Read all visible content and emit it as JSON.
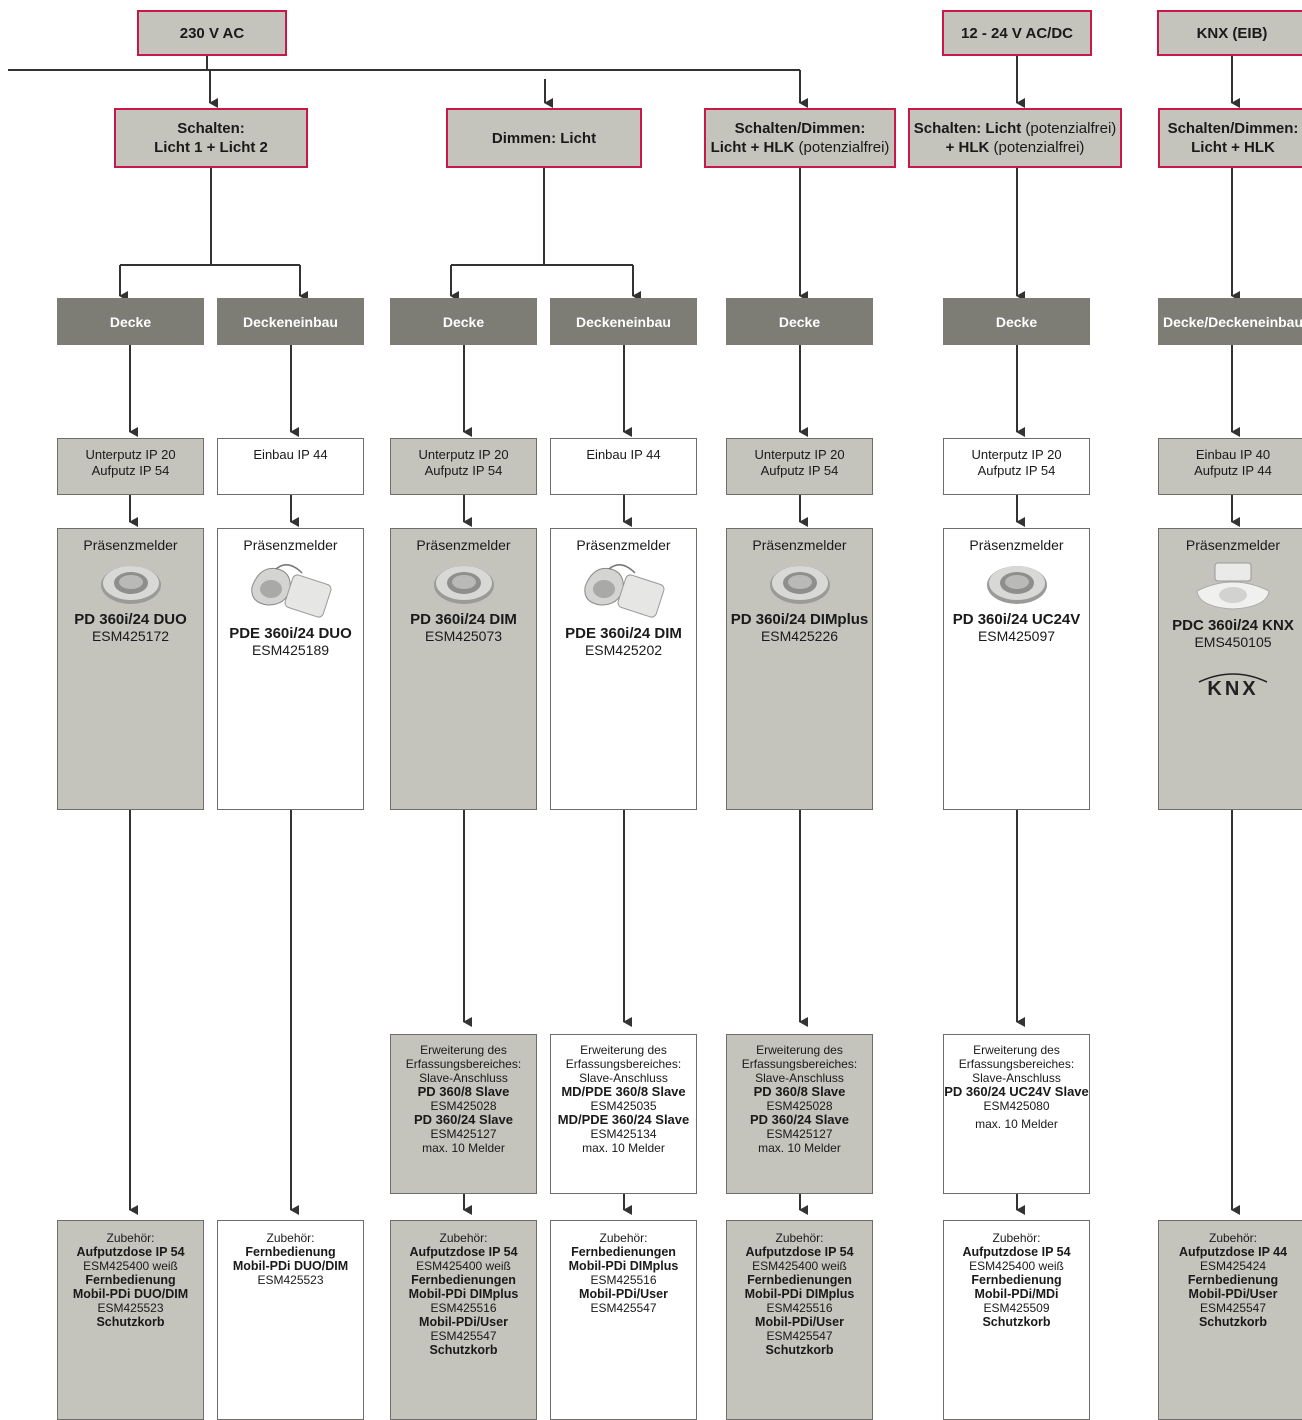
{
  "voltages": [
    "230 V AC",
    "12 - 24 V AC/DC",
    "KNX (EIB)"
  ],
  "functions": [
    {
      "bold": "Schalten:",
      "line2": "Licht 1 + Licht 2"
    },
    {
      "bold": "Dimmen: Licht",
      "line2": ""
    },
    {
      "bold": "Schalten/Dimmen:",
      "line2b": "Licht + HLK",
      "line2n": " (potenzialfrei)"
    },
    {
      "l1b": "Schalten: Licht",
      "l1n": " (potenzialfrei)",
      "l2b": "+ HLK",
      "l2n": " (potenzialfrei)"
    },
    {
      "bold": "Schalten/Dimmen:",
      "line2": "Licht + HLK"
    }
  ],
  "mountings": [
    "Decke",
    "Deckeneinbau",
    "Decke",
    "Deckeneinbau",
    "Decke",
    "Decke",
    "Decke/Deckeneinbau"
  ],
  "protection": [
    {
      "l1": "Unterputz IP 20",
      "l2": "Aufputz IP 54"
    },
    {
      "l1": "Einbau IP 44",
      "l2": ""
    },
    {
      "l1": "Unterputz IP 20",
      "l2": "Aufputz IP 54"
    },
    {
      "l1": "Einbau IP 44",
      "l2": ""
    },
    {
      "l1": "Unterputz IP 20",
      "l2": "Aufputz IP 54"
    },
    {
      "l1": "Unterputz IP 20",
      "l2": "Aufputz IP 54"
    },
    {
      "l1": "Einbau IP 40",
      "l2": "Aufputz IP 44"
    }
  ],
  "products": [
    {
      "title": "Präsenzmelder",
      "name": "PD 360i/24 DUO",
      "code": "ESM425172"
    },
    {
      "title": "Präsenzmelder",
      "name": "PDE 360i/24 DUO",
      "code": "ESM425189"
    },
    {
      "title": "Präsenzmelder",
      "name": "PD 360i/24 DIM",
      "code": "ESM425073"
    },
    {
      "title": "Präsenzmelder",
      "name": "PDE 360i/24 DIM",
      "code": "ESM425202"
    },
    {
      "title": "Präsenzmelder",
      "name": "PD 360i/24 DIMplus",
      "code": "ESM425226"
    },
    {
      "title": "Präsenzmelder",
      "name": "PD 360i/24 UC24V",
      "code": "ESM425097"
    },
    {
      "title": "Präsenzmelder",
      "name": "PDC 360i/24 KNX",
      "code": "EMS450105"
    }
  ],
  "knx_logo": "KNX",
  "extensions": [
    {
      "intro": [
        "Erweiterung des",
        "Erfassungsbereiches:",
        "Slave-Anschluss"
      ],
      "items": [
        {
          "name": "PD 360/8 Slave",
          "code": "ESM425028"
        },
        {
          "name": "PD 360/24 Slave",
          "code": "ESM425127"
        }
      ],
      "max": "max. 10 Melder"
    },
    {
      "intro": [
        "Erweiterung des",
        "Erfassungsbereiches:",
        "Slave-Anschluss"
      ],
      "items": [
        {
          "name": "MD/PDE 360/8 Slave",
          "code": "ESM425035"
        },
        {
          "name": "MD/PDE 360/24 Slave",
          "code": "ESM425134"
        }
      ],
      "max": "max. 10 Melder"
    },
    {
      "intro": [
        "Erweiterung des",
        "Erfassungsbereiches:",
        "Slave-Anschluss"
      ],
      "items": [
        {
          "name": "PD 360/8 Slave",
          "code": "ESM425028"
        },
        {
          "name": "PD 360/24 Slave",
          "code": "ESM425127"
        }
      ],
      "max": "max. 10 Melder"
    },
    {
      "intro": [
        "Erweiterung des",
        "Erfassungsbereiches:",
        "Slave-Anschluss"
      ],
      "items": [
        {
          "name": "PD 360/24 UC24V Slave",
          "code": "ESM425080"
        }
      ],
      "max": "max. 10 Melder"
    }
  ],
  "accessories": [
    {
      "head": "Zubehör:",
      "lines": [
        [
          "b",
          "Aufputzdose IP 54"
        ],
        [
          "n",
          "ESM425400 weiß"
        ],
        [
          "b",
          "Fernbedienung"
        ],
        [
          "b",
          "Mobil-PDi DUO/DIM"
        ],
        [
          "n",
          "ESM425523"
        ],
        [
          "b",
          "Schutzkorb"
        ]
      ]
    },
    {
      "head": "Zubehör:",
      "lines": [
        [
          "b",
          "Fernbedienung"
        ],
        [
          "b",
          "Mobil-PDi DUO/DIM"
        ],
        [
          "n",
          "ESM425523"
        ]
      ]
    },
    {
      "head": "Zubehör:",
      "lines": [
        [
          "b",
          "Aufputzdose IP 54"
        ],
        [
          "n",
          "ESM425400 weiß"
        ],
        [
          "b",
          "Fernbedienungen"
        ],
        [
          "b",
          "Mobil-PDi DIMplus"
        ],
        [
          "n",
          "ESM425516"
        ],
        [
          "b",
          "Mobil-PDi/User"
        ],
        [
          "n",
          "ESM425547"
        ],
        [
          "b",
          "Schutzkorb"
        ]
      ]
    },
    {
      "head": "Zubehör:",
      "lines": [
        [
          "b",
          "Fernbedienungen"
        ],
        [
          "b",
          "Mobil-PDi DIMplus"
        ],
        [
          "n",
          "ESM425516"
        ],
        [
          "b",
          "Mobil-PDi/User"
        ],
        [
          "n",
          "ESM425547"
        ]
      ]
    },
    {
      "head": "Zubehör:",
      "lines": [
        [
          "b",
          "Aufputzdose IP 54"
        ],
        [
          "n",
          "ESM425400 weiß"
        ],
        [
          "b",
          "Fernbedienungen"
        ],
        [
          "b",
          "Mobil-PDi DIMplus"
        ],
        [
          "n",
          "ESM425516"
        ],
        [
          "b",
          "Mobil-PDi/User"
        ],
        [
          "n",
          "ESM425547"
        ],
        [
          "b",
          "Schutzkorb"
        ]
      ]
    },
    {
      "head": "Zubehör:",
      "lines": [
        [
          "b",
          "Aufputzdose IP 54"
        ],
        [
          "n",
          "ESM425400 weiß"
        ],
        [
          "b",
          "Fernbedienung"
        ],
        [
          "b",
          "Mobil-PDi/MDi"
        ],
        [
          "n",
          "ESM425509"
        ],
        [
          "b",
          "Schutzkorb"
        ]
      ]
    },
    {
      "head": "Zubehör:",
      "lines": [
        [
          "b",
          "Aufputzdose IP 44"
        ],
        [
          "n",
          "ESM425424"
        ],
        [
          "b",
          "Fernbedienung"
        ],
        [
          "b",
          "Mobil-PDi/User"
        ],
        [
          "n",
          "ESM425547"
        ],
        [
          "b",
          "Schutzkorb"
        ]
      ]
    }
  ]
}
